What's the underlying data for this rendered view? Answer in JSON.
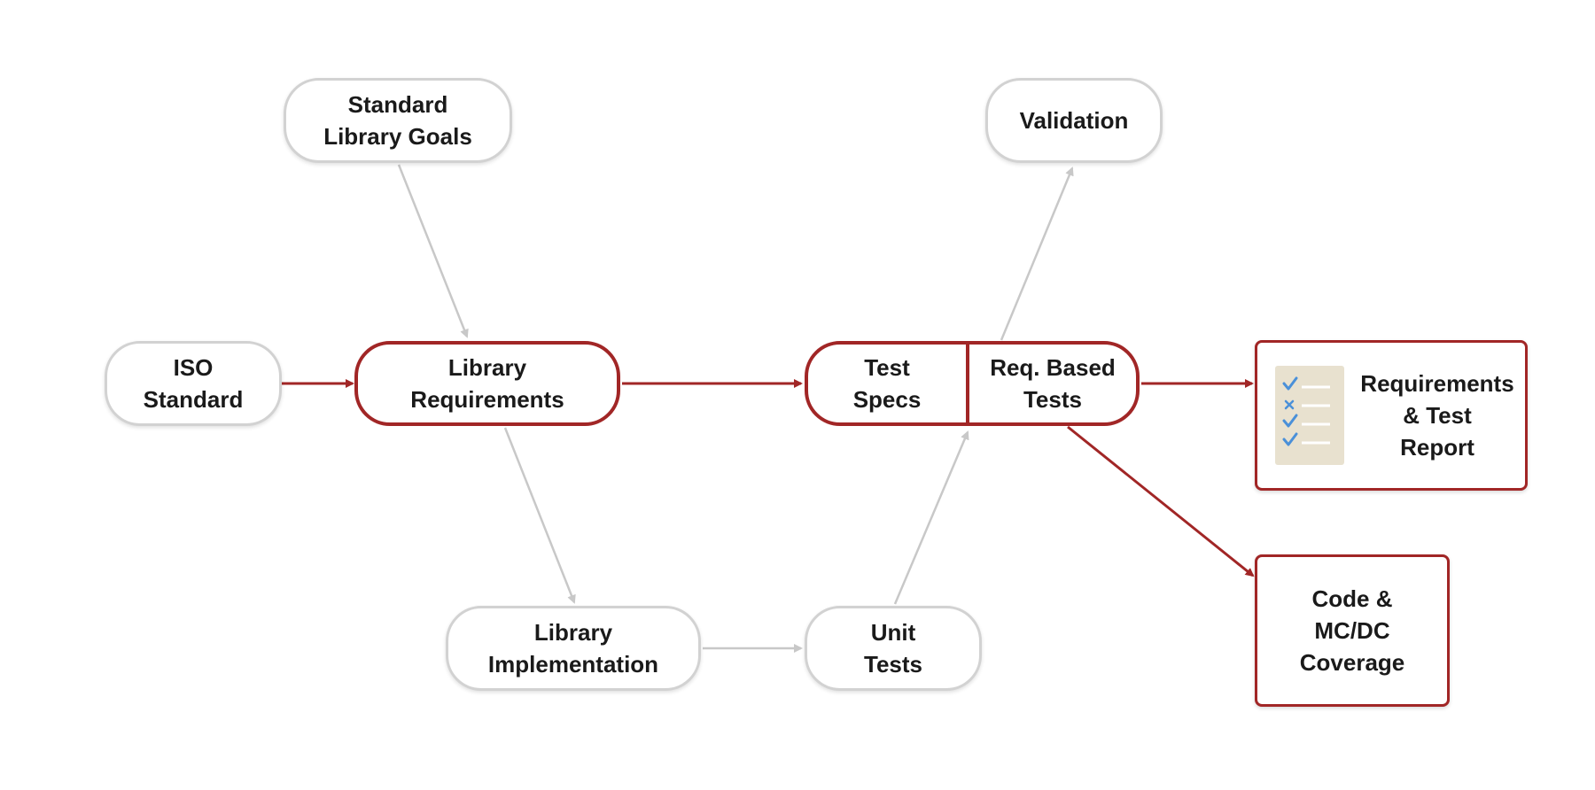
{
  "nodes": {
    "iso_standard": "ISO\nStandard",
    "standard_library_goals": "Standard\nLibrary Goals",
    "library_requirements": "Library\nRequirements",
    "validation": "Validation",
    "library_implementation": "Library\nImplementation",
    "unit_tests": "Unit\nTests",
    "test_specs": "Test\nSpecs",
    "req_based_tests": "Req. Based\nTests",
    "requirements_test_report": "Requirements\n& Test\nReport",
    "code_mcdc_coverage": "Code &\nMC/DC\nCoverage"
  },
  "report_icon": {
    "name": "checklist-icon",
    "marks": [
      "check",
      "cross",
      "check",
      "check"
    ]
  },
  "colors": {
    "primary_path": "#a12626",
    "secondary_path": "#c8c8c8",
    "checklist_bg": "#e8e1cf",
    "check": "#4a90d9"
  }
}
